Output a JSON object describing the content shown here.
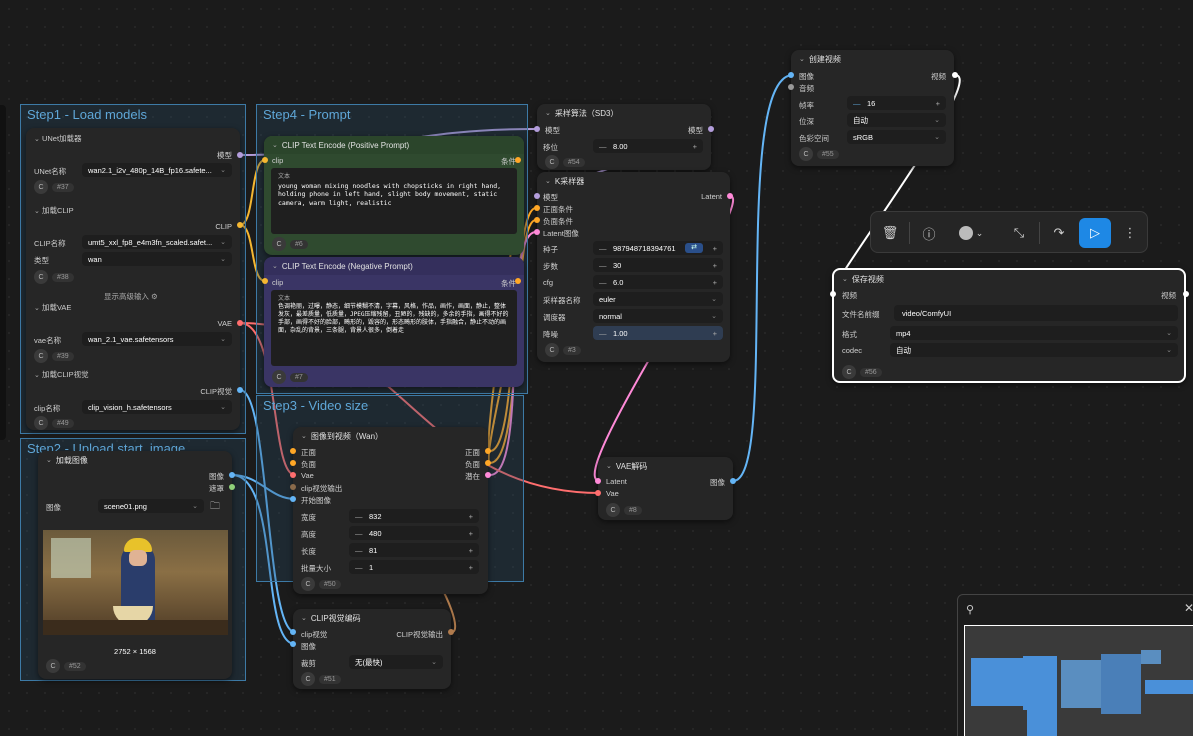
{
  "groups": {
    "g1": "Step1 - Load models",
    "g2": "Step2 - Upload start_image",
    "g3": "Step3 - Video size",
    "g4": "Step4 - Prompt"
  },
  "unet": {
    "title": "UNet加载器",
    "out": "模型",
    "name_label": "UNet名称",
    "name_value": "wan2.1_i2v_480p_14B_fp16.safete...",
    "id": "#37"
  },
  "clip_loader": {
    "title": "加载CLIP",
    "out": "CLIP",
    "name_label": "CLIP名称",
    "name_value": "umt5_xxl_fp8_e4m3fn_scaled.safet...",
    "type_label": "类型",
    "type_value": "wan",
    "id": "#38",
    "adv": "显示高级输入"
  },
  "vae_loader": {
    "title": "加载VAE",
    "out": "VAE",
    "name_label": "vae名称",
    "name_value": "wan_2.1_vae.safetensors",
    "id": "#39"
  },
  "clipvision_loader": {
    "title": "加载CLIP视觉",
    "out": "CLIP视觉",
    "name_label": "clip名称",
    "name_value": "clip_vision_h.safetensors",
    "id": "#49"
  },
  "load_image": {
    "title": "加载图像",
    "out_image": "图像",
    "out_mask": "遮罩",
    "label": "图像",
    "file": "scene01.png",
    "dims": "2752 × 1568",
    "id": "#52"
  },
  "pos": {
    "title": "CLIP Text Encode (Positive Prompt)",
    "in": "clip",
    "out": "条件",
    "text_label": "文本",
    "text": "young woman mixing noodles with chopsticks in right hand, holding phone in left hand, slight body movement, static camera, warm light, realistic",
    "id": "#6"
  },
  "neg": {
    "title": "CLIP Text Encode (Negative Prompt)",
    "in": "clip",
    "out": "条件",
    "text_label": "文本",
    "text": "色调艳丽，过曝，静态，细节模糊不清，字幕，风格，作品，画作，画面，静止，整体发灰，最差质量，低质量，JPEG压缩残留，丑陋的，残缺的，多余的手指，画得不好的手部，画得不好的脸部，畸形的，毁容的，形态畸形的肢体，手指融合，静止不动的画面，杂乱的背景，三条腿，背景人很多，倒着走",
    "id": "#7"
  },
  "sd3": {
    "title": "采样算法（SD3）",
    "in": "模型",
    "out": "模型",
    "shift_label": "移位",
    "shift": "8.00",
    "id": "#54"
  },
  "ksampler": {
    "title": "K采样器",
    "in_model": "模型",
    "in_pos": "正面条件",
    "in_neg": "负面条件",
    "in_latent": "Latent图像",
    "out": "Latent",
    "seed_label": "种子",
    "seed": "987948718394761",
    "steps_label": "步数",
    "steps": "30",
    "cfg_label": "cfg",
    "cfg": "6.0",
    "sampler_label": "采样器名称",
    "sampler": "euler",
    "scheduler_label": "调度器",
    "scheduler": "normal",
    "denoise_label": "降噪",
    "denoise": "1.00",
    "id": "#3"
  },
  "i2v": {
    "title": "图像到视频（Wan）",
    "in_pos": "正面",
    "in_neg": "负面",
    "in_vae": "Vae",
    "in_clipv": "clip视觉输出",
    "in_img": "开始图像",
    "out_pos": "正面",
    "out_neg": "负面",
    "out_latent": "潜在",
    "w_label": "宽度",
    "w": "832",
    "h_label": "高度",
    "h": "480",
    "len_label": "长度",
    "len": "81",
    "batch_label": "批量大小",
    "batch": "1",
    "id": "#50"
  },
  "clipv_enc": {
    "title": "CLIP视觉编码",
    "in_clipv": "clip视觉",
    "in_img": "图像",
    "out": "CLIP视觉输出",
    "crop_label": "裁剪",
    "crop": "无(最快)",
    "id": "#51"
  },
  "vae_decode": {
    "title": "VAE解码",
    "in_latent": "Latent",
    "in_vae": "Vae",
    "out": "图像",
    "id": "#8"
  },
  "create_video": {
    "title": "创建视频",
    "in_img": "图像",
    "in_audio": "音频",
    "out": "视频",
    "fps_label": "帧率",
    "fps": "16",
    "codec_label": "位深",
    "codec": "自动",
    "cs_label": "色彩空间",
    "cs": "sRGB",
    "id": "#55"
  },
  "save_video": {
    "title": "保存视频",
    "in": "视频",
    "out": "视频",
    "prefix_label": "文件名前缀",
    "prefix": "video/ComfyUI",
    "format_label": "格式",
    "format": "mp4",
    "codec_label": "codec",
    "codec": "自动",
    "id": "#56"
  },
  "colors": {
    "model": "#b39ddb",
    "clip": "#f5b731",
    "vae": "#ff6e6e",
    "cond": "#ffa726",
    "latent": "#ff8ad8",
    "image": "#64b5f6",
    "video": "#ffffff",
    "run": "#1e88e5"
  }
}
